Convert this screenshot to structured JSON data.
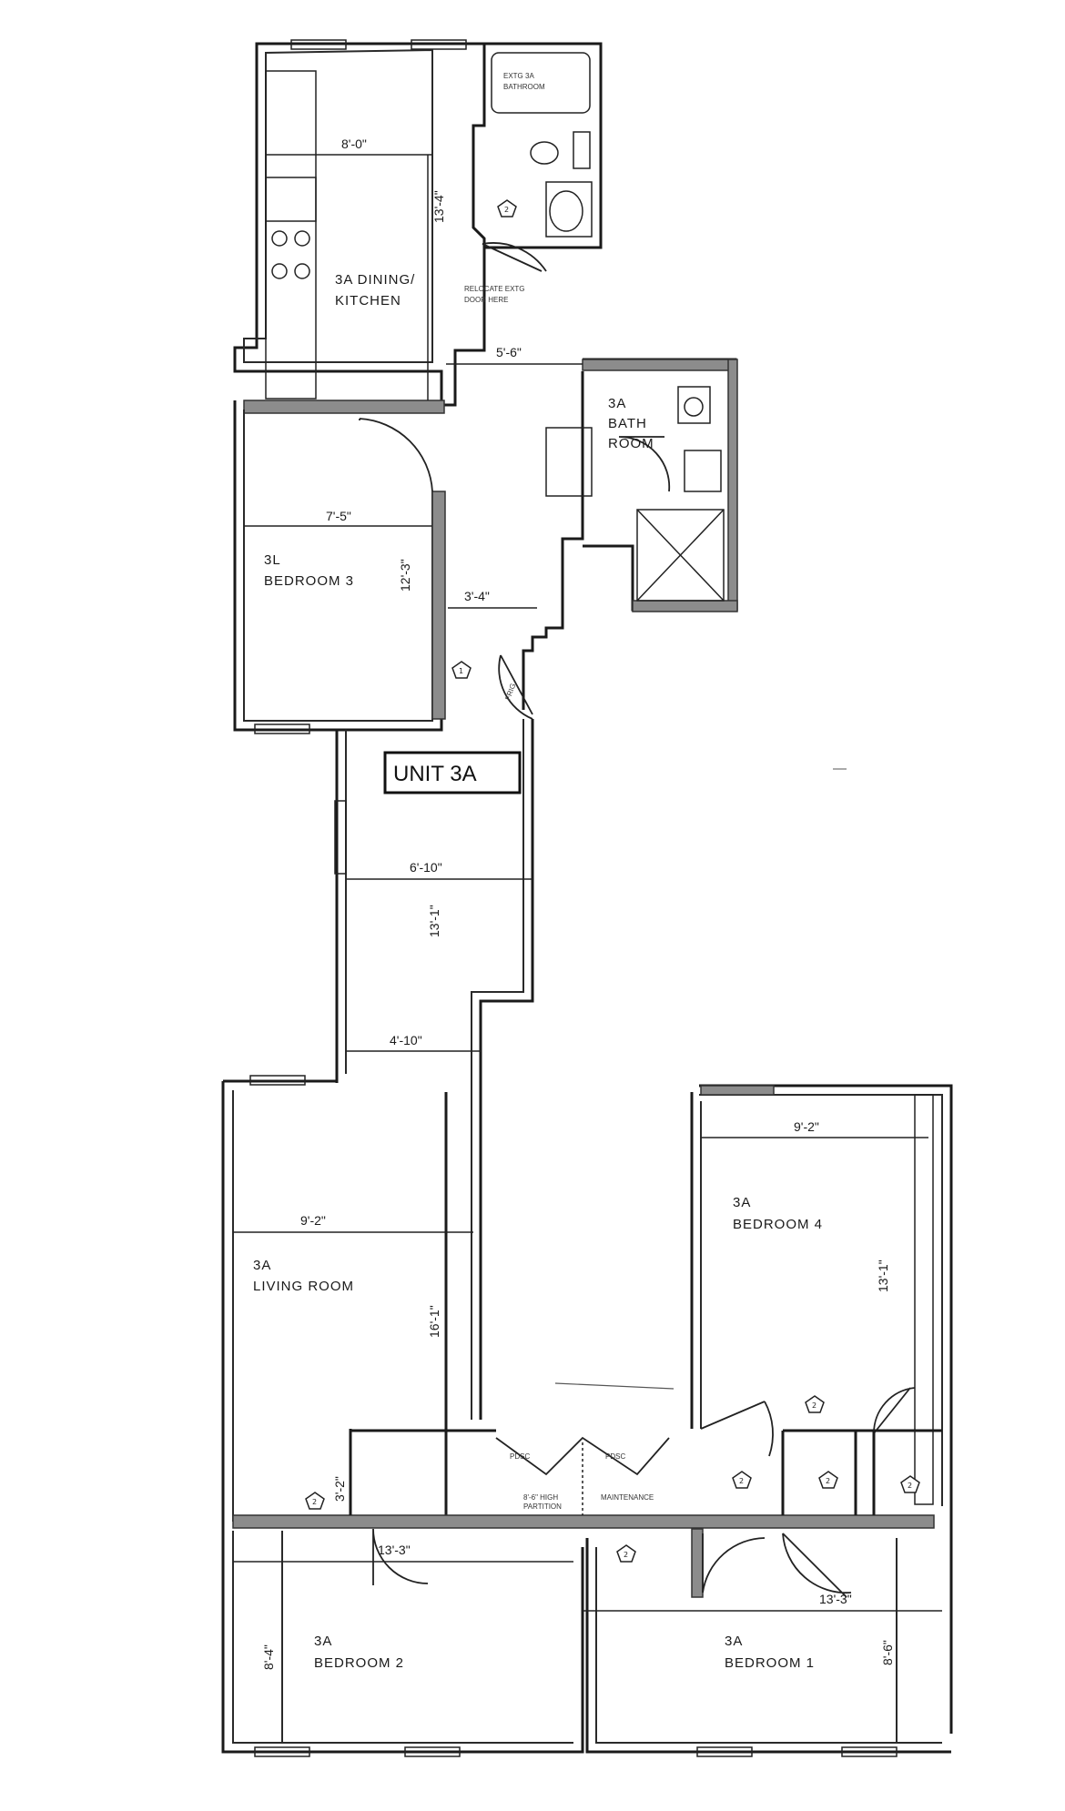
{
  "unit_title": "UNIT 3A",
  "rooms": {
    "kitchen": {
      "line1": "3A DINING/",
      "line2": "KITCHEN"
    },
    "ext_bath": {
      "line1": "EXTG 3A",
      "line2": "BATHROOM"
    },
    "bath": {
      "line1": "3A",
      "line2": "BATH",
      "line3": "ROOM"
    },
    "bedroom3": {
      "line1": "3L",
      "line2": "BEDROOM 3"
    },
    "living": {
      "line1": "3A",
      "line2": "LIVING ROOM"
    },
    "bedroom4": {
      "line1": "3A",
      "line2": "BEDROOM 4"
    },
    "bedroom2": {
      "line1": "3A",
      "line2": "BEDROOM 2"
    },
    "bedroom1": {
      "line1": "3A",
      "line2": "BEDROOM 1"
    }
  },
  "dimensions": {
    "kitchen_w": "8'-0\"",
    "kitchen_h": "13'-4\"",
    "hall_top": "5'-6\"",
    "bedroom3_w": "7'-5\"",
    "bedroom3_h": "12'-3\"",
    "hall_mid": "3'-4\"",
    "hall_upper": "6'-10\"",
    "hall_upper_h": "13'-1\"",
    "hall_lower": "4'-10\"",
    "living_w": "9'-2\"",
    "living_h": "16'-1\"",
    "bedroom4_w": "9'-2\"",
    "bedroom4_h": "13'-1\"",
    "hall_bottom_h": "3'-2\"",
    "bedroom2_w": "13'-3\"",
    "bedroom2_h": "8'-4\"",
    "bedroom1_w": "13'-3\"",
    "bedroom1_h": "8'-6\""
  },
  "notes": {
    "relocate": "RELOCATE EXTG",
    "relocate2": "DOOR HERE",
    "frig": "FRIG",
    "pdsc1": "PDSC",
    "pdsc2": "PDSC",
    "hall_note1": "8'-6\" HIGH",
    "hall_note2": "PARTITION",
    "hall_note3": "MAINTENANCE"
  },
  "door_markers": [
    "2",
    "1",
    "2",
    "2",
    "2",
    "2",
    "2",
    "2"
  ]
}
